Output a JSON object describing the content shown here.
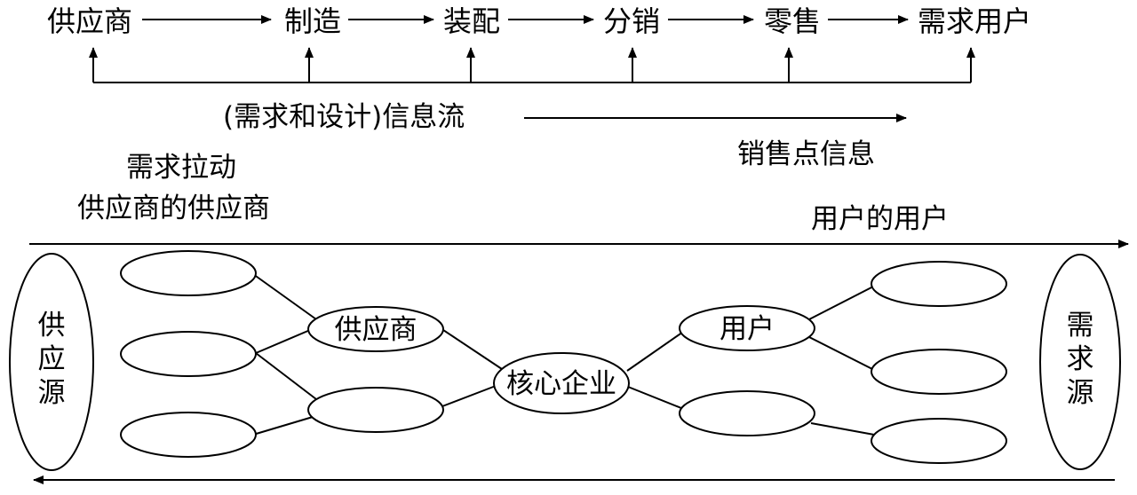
{
  "flow": {
    "stages": [
      "供应商",
      "制造",
      "装配",
      "分销",
      "零售",
      "需求用户"
    ],
    "info_flow_label": "(需求和设计)信息流",
    "pos_label": "销售点信息"
  },
  "chain": {
    "pull_label": "需求拉动",
    "upstream_label": "供应商的供应商",
    "downstream_label": "用户的用户",
    "source_label": [
      "供",
      "应",
      "源"
    ],
    "demand_label": [
      "需",
      "求",
      "源"
    ],
    "supplier_node": "供应商",
    "core_node": "核心企业",
    "customer_node": "用户"
  }
}
